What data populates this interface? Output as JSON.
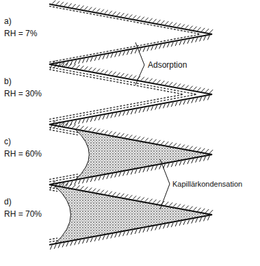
{
  "diagram": {
    "labels": [
      "a)",
      "RH = 7%",
      "Adsorption",
      "b)",
      "RH = 30%",
      "c)",
      "RH = 60%",
      "Kapillärkondensation",
      "d)",
      "RH = 70%"
    ]
  }
}
